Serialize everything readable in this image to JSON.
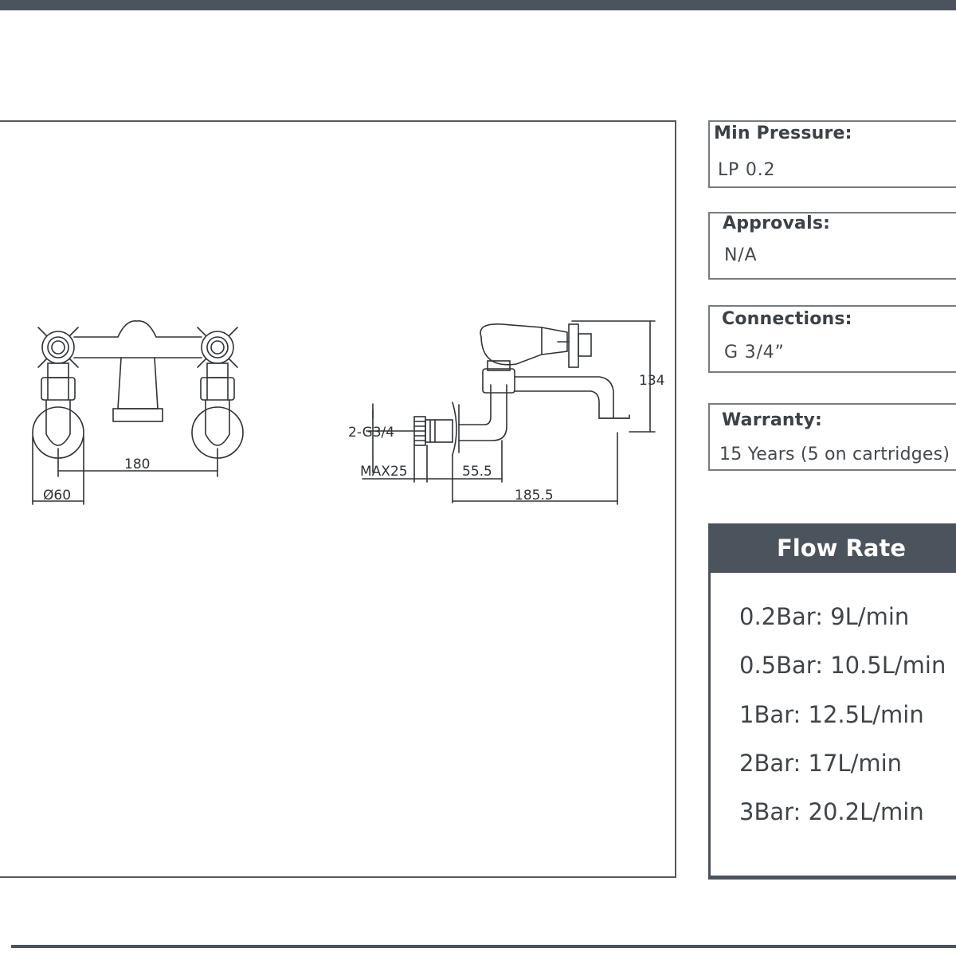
{
  "specs": [
    {
      "label": "Min Pressure:",
      "value": "LP 0.2"
    },
    {
      "label": "Approvals:",
      "value": "N/A"
    },
    {
      "label": "Connections:",
      "value": "G 3/4”"
    },
    {
      "label": "Warranty:",
      "value": "15 Years (5 on cartridges)"
    }
  ],
  "flow_rate": {
    "title": "Flow Rate",
    "rows": [
      "0.2Bar: 9L/min",
      "0.5Bar: 10.5L/min",
      "1Bar: 12.5L/min",
      "2Bar: 17L/min",
      "3Bar: 20.2L/min"
    ]
  },
  "drawing": {
    "front": {
      "width_dim": "180",
      "diameter_dim": "Ø60"
    },
    "side": {
      "height_dim": "134",
      "thread_dim": "2-G3/4",
      "max_dim": "MAX25",
      "projection_dim": "55.5",
      "length_dim": "185.5"
    }
  },
  "colors": {
    "bar": "#4b545c",
    "line": "#2f3337"
  }
}
